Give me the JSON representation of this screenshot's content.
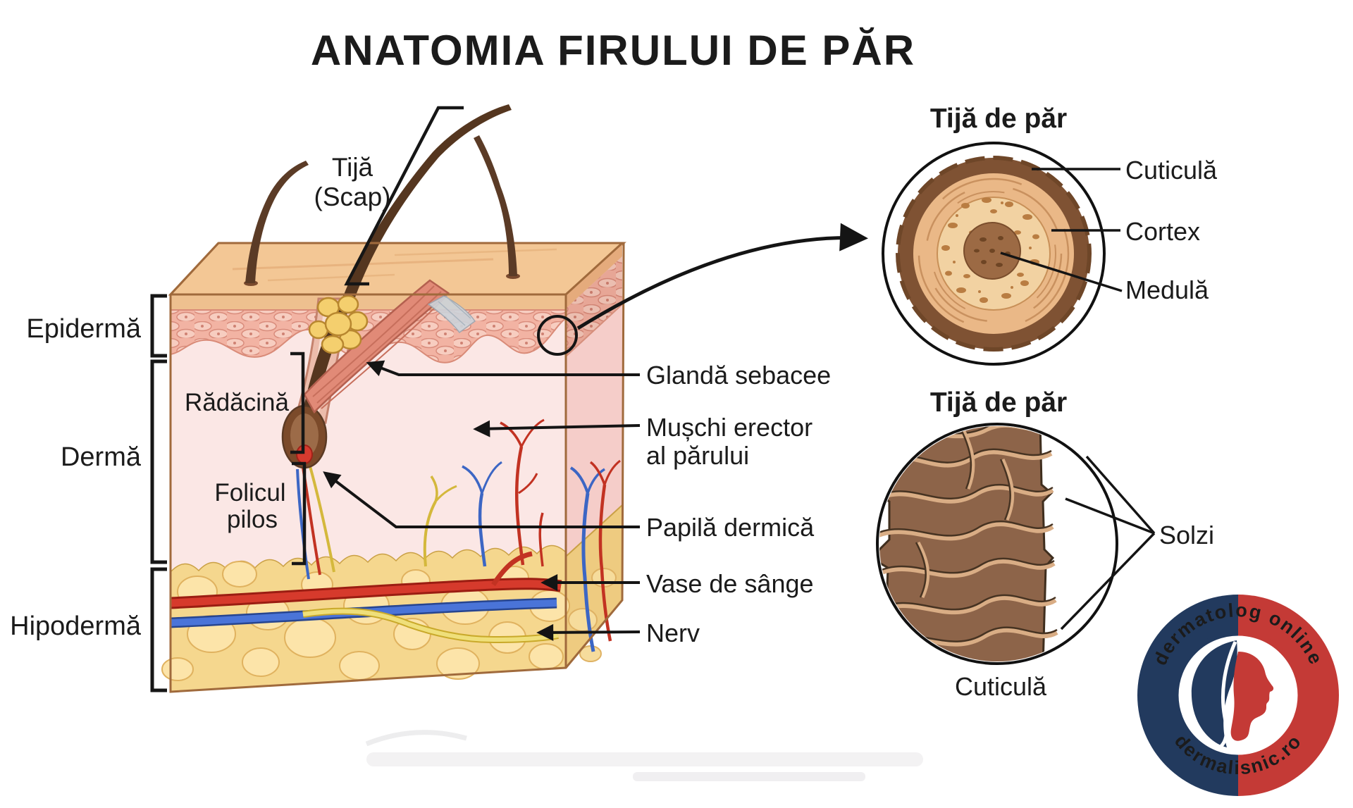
{
  "title": "ANATOMIA FIRULUI DE PĂR",
  "skin": {
    "epiderma": "Epidermă",
    "derma": "Dermă",
    "hipoderma": "Hipodermă",
    "tija_line1": "Tijă",
    "tija_line2": "(Scap)",
    "radacina": "Rădăcină",
    "folicul_line1": "Folicul",
    "folicul_line2": "pilos",
    "glanda": "Glandă sebacee",
    "muschi_line1": "Mușchi erector",
    "muschi_line2": "al părului",
    "papila": "Papilă dermică",
    "vase": "Vase de sânge",
    "nerv": "Nerv"
  },
  "cross_section": {
    "title": "Tijă de păr",
    "cuticula": "Cuticulă",
    "cortex": "Cortex",
    "medula": "Medulă"
  },
  "cuticle_view": {
    "title": "Tijă de păr",
    "solzi": "Solzi",
    "caption": "Cuticulă"
  },
  "logo": {
    "arc_top": "dermatolog online",
    "arc_bottom": "dermalisnic.ro"
  },
  "colors": {
    "logo_navy": "#223a5e",
    "logo_red": "#c43a36",
    "vessel_red": "#cc2a20",
    "vessel_blue": "#3c66c4",
    "nerve_yellow": "#eed963",
    "skin_top": "#f3c795",
    "epidermis_pink": "#f2b3a3",
    "dermis_pink": "#fbe7e5",
    "hypodermis_yellow": "#f5d78e",
    "hair_brown": "#5b3b26"
  }
}
